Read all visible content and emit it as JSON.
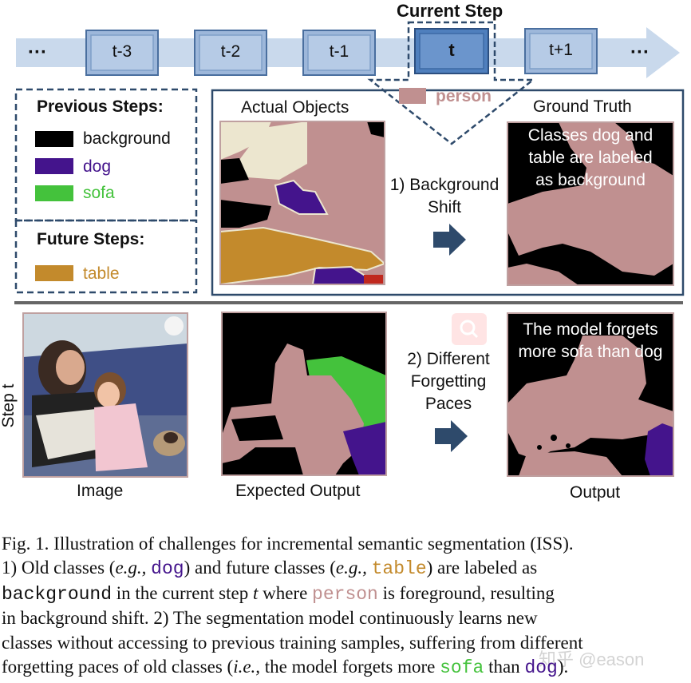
{
  "timeline": {
    "current_step_label": "Current Step",
    "left_ellipsis": "···",
    "right_ellipsis": "···",
    "steps": [
      "t-3",
      "t-2",
      "t-1",
      "t",
      "t+1"
    ]
  },
  "legend": {
    "previous_title": "Previous Steps:",
    "previous_items": [
      {
        "label": "background",
        "color": "#000000",
        "text_color": "#111111"
      },
      {
        "label": "dog",
        "color": "#44148c",
        "text_color": "#44148c"
      },
      {
        "label": "sofa",
        "color": "#44c23c",
        "text_color": "#44c23c"
      }
    ],
    "future_title": "Future Steps:",
    "future_items": [
      {
        "label": "table",
        "color": "#c38a2c",
        "text_color": "#c38a2c"
      }
    ]
  },
  "person_label": {
    "label": "person",
    "color": "#c09090"
  },
  "top_panel": {
    "actual_objects_label": "Actual Objects",
    "ground_truth_label": "Ground Truth",
    "ground_truth_overlay": [
      "Classes dog and",
      "table are labeled",
      "as background"
    ],
    "step1_label": [
      "1) Background",
      "Shift"
    ]
  },
  "bottom_panel": {
    "step_label": "Step t",
    "image_label": "Image",
    "expected_label": "Expected Output",
    "output_label": "Output",
    "output_overlay": [
      "The model forgets",
      "more sofa than dog"
    ],
    "step2_label": [
      "2) Different",
      "Forgetting",
      "Paces"
    ],
    "watermark": "知乎 @eason"
  },
  "caption": {
    "l1": "Fig. 1.  Illustration of challenges for incremental semantic segmentation (ISS).",
    "l2_a": "1) Old classes (",
    "eg": "e.g.,",
    "dog": "dog",
    "l2_b": ") and future classes (",
    "table": "table",
    "l2_c": ") are labeled as",
    "background": "background",
    "l3_a": " in the current step ",
    "t": "t",
    "l3_b": " where ",
    "person": "person",
    "l3_c": " is foreground, resulting",
    "l4": "in background shift. 2) The segmentation model continuously learns new",
    "l5": "classes without accessing to previous training samples, suffering from different",
    "l6_a": "forgetting paces of old classes (",
    "ie": "i.e.,",
    "l6_b": " the model forgets more ",
    "sofa": "sofa",
    "l6_c": " than ",
    "dog2": "dog",
    "l6_d": ")."
  }
}
